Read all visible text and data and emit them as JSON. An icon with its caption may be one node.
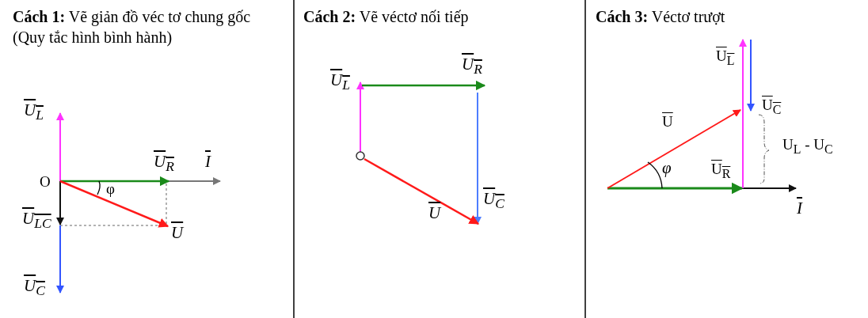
{
  "diagram": {
    "labels": [
      "**Cách 1:** Vẽ giản đồ véc tơ chung gốc (Quy tắc hình bình hành)",
      "U$_{L}$",
      "U$_{R}$",
      "I",
      "O",
      "φ",
      "U$_{LC}$",
      "U",
      "U$_{C}$",
      "**Cách 2:** Vẽ véctơ nối tiếp",
      "U$_{R}$",
      "U$_{L}$",
      "U",
      "U$_{C}$",
      "**Cách 3:** Véctơ trượt",
      "U$_{L}$",
      "U$_{C}$",
      "U",
      "U$_{L}$ - U$_{C}$",
      "φ",
      "U$_{R}$",
      "I"
    ]
  }
}
